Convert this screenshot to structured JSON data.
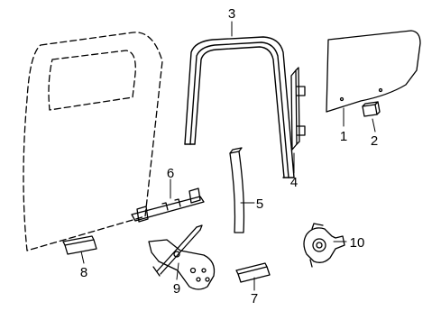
{
  "diagram": {
    "callouts": [
      {
        "id": "glass",
        "number": "1"
      },
      {
        "id": "glass-channel-clip",
        "number": "2"
      },
      {
        "id": "door-weatherstrip",
        "number": "3"
      },
      {
        "id": "rear-run-channel",
        "number": "4"
      },
      {
        "id": "front-run-channel",
        "number": "5"
      },
      {
        "id": "regulator-rail",
        "number": "6"
      },
      {
        "id": "lower-trim-clip",
        "number": "7"
      },
      {
        "id": "front-trim-clip",
        "number": "8"
      },
      {
        "id": "window-regulator",
        "number": "9"
      },
      {
        "id": "regulator-motor",
        "number": "10"
      }
    ]
  }
}
